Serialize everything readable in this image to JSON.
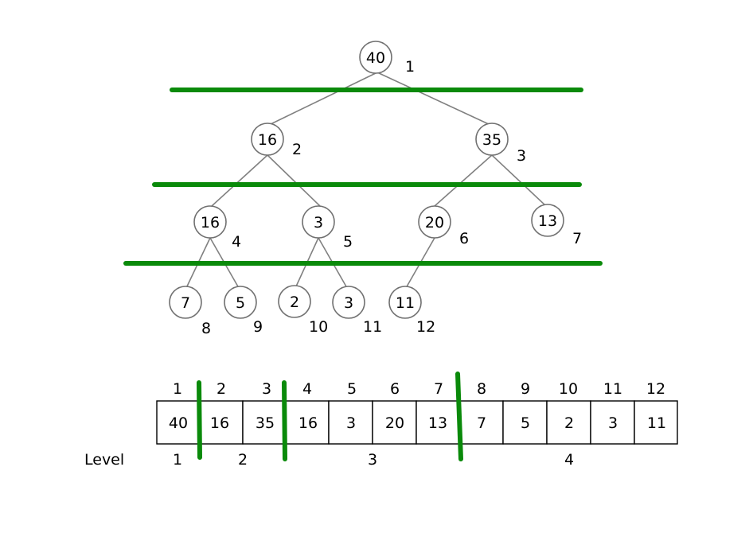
{
  "colors": {
    "divider": "#0a8a0a",
    "node_stroke": "#707070",
    "edge": "#808080"
  },
  "tree": {
    "nodes": [
      {
        "value": "40",
        "index": "1"
      },
      {
        "value": "16",
        "index": "2"
      },
      {
        "value": "35",
        "index": "3"
      },
      {
        "value": "16",
        "index": "4"
      },
      {
        "value": "3",
        "index": "5"
      },
      {
        "value": "20",
        "index": "6"
      },
      {
        "value": "13",
        "index": "7"
      },
      {
        "value": "7",
        "index": "8"
      },
      {
        "value": "5",
        "index": "9"
      },
      {
        "value": "2",
        "index": "10"
      },
      {
        "value": "3",
        "index": "11"
      },
      {
        "value": "11",
        "index": "12"
      }
    ]
  },
  "array": {
    "indices": [
      "1",
      "2",
      "3",
      "4",
      "5",
      "6",
      "7",
      "8",
      "9",
      "10",
      "11",
      "12"
    ],
    "values": [
      "40",
      "16",
      "35",
      "16",
      "3",
      "20",
      "13",
      "7",
      "5",
      "2",
      "3",
      "11"
    ],
    "level_label": "Level",
    "levels": [
      "1",
      "2",
      "3",
      "4"
    ]
  }
}
